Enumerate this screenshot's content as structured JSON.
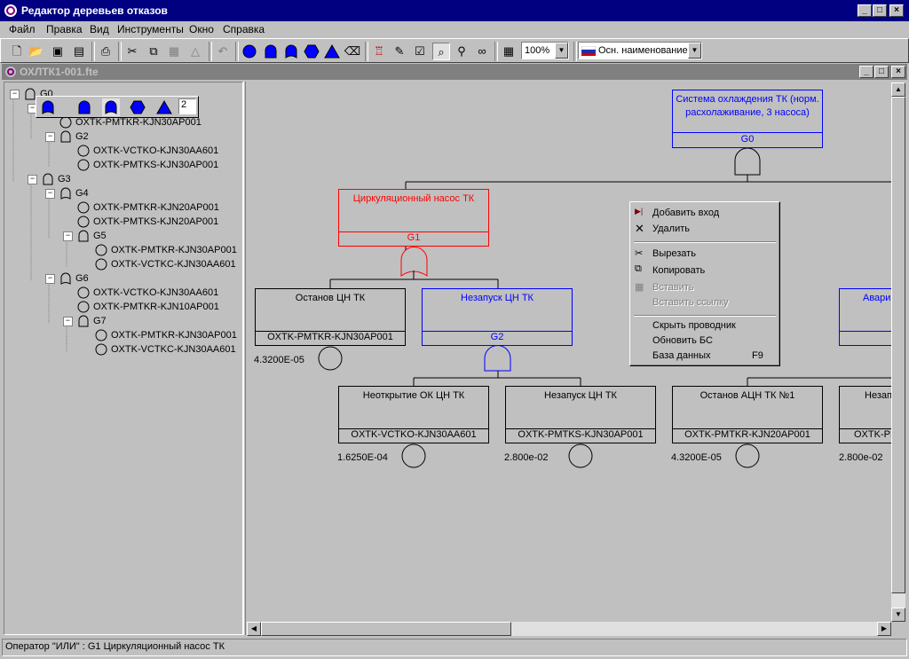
{
  "app": {
    "title": "Редактор деревьев отказов"
  },
  "menu": [
    "Файл",
    "Правка",
    "Вид",
    "Инструменты",
    "Окно",
    "Справка"
  ],
  "toolbar": {
    "zoom": "100%",
    "name_mode": "Осн. наименование"
  },
  "document": {
    "title": "ОХЛТК1-001.fte"
  },
  "tree": [
    {
      "label": "G0",
      "icon": "and-gate-icon",
      "level": 0,
      "exp": "−"
    },
    {
      "label": "G1",
      "icon": "or-gate-icon",
      "level": 1,
      "exp": "−",
      "selected": true
    },
    {
      "label": "OXTK-PMTKR-KJN30AP001",
      "icon": "basic-event-icon",
      "level": 2,
      "exp": ""
    },
    {
      "label": "G2",
      "icon": "and-gate-icon",
      "level": 2,
      "exp": "−"
    },
    {
      "label": "OXTK-VCTKO-KJN30AA601",
      "icon": "basic-event-icon",
      "level": 3,
      "exp": ""
    },
    {
      "label": "OXTK-PMTKS-KJN30AP001",
      "icon": "basic-event-icon",
      "level": 3,
      "exp": ""
    },
    {
      "label": "G3",
      "icon": "and-gate-icon",
      "level": 1,
      "exp": "−"
    },
    {
      "label": "G4",
      "icon": "or-gate-icon",
      "level": 2,
      "exp": "−"
    },
    {
      "label": "OXTK-PMTKR-KJN20AP001",
      "icon": "basic-event-icon",
      "level": 3,
      "exp": ""
    },
    {
      "label": "OXTK-PMTKS-KJN20AP001",
      "icon": "basic-event-icon",
      "level": 3,
      "exp": ""
    },
    {
      "label": "G5",
      "icon": "and-gate-icon",
      "level": 3,
      "exp": "−"
    },
    {
      "label": "OXTK-PMTKR-KJN30AP001",
      "icon": "basic-event-icon",
      "level": 4,
      "exp": ""
    },
    {
      "label": "OXTK-VCTKC-KJN30AA601",
      "icon": "basic-event-icon",
      "level": 4,
      "exp": ""
    },
    {
      "label": "G6",
      "icon": "or-gate-icon",
      "level": 2,
      "exp": "−"
    },
    {
      "label": "OXTK-VCTKO-KJN30AA601",
      "icon": "basic-event-icon",
      "level": 3,
      "exp": ""
    },
    {
      "label": "OXTK-PMTKR-KJN10AP001",
      "icon": "basic-event-icon",
      "level": 3,
      "exp": ""
    },
    {
      "label": "G7",
      "icon": "and-gate-icon",
      "level": 3,
      "exp": "−"
    },
    {
      "label": "OXTK-PMTKR-KJN30AP001",
      "icon": "basic-event-icon",
      "level": 4,
      "exp": ""
    },
    {
      "label": "OXTK-VCTKC-KJN30AA601",
      "icon": "basic-event-icon",
      "level": 4,
      "exp": ""
    }
  ],
  "palette": {
    "count": "2"
  },
  "canvas": {
    "g0": {
      "title": "Система охлаждения ТК (норм. расхолаживание, 3 насоса)",
      "id": "G0",
      "color": "#0000ff"
    },
    "g1": {
      "title": "Циркуляционный насос ТК",
      "id": "G1",
      "color": "#ff0000"
    },
    "e1": {
      "title": "Останов ЦН ТК",
      "id": "OXTK-PMTKR-KJN30AP001",
      "prob": "4.3200E-05"
    },
    "g2": {
      "title": "Незапуск ЦН ТК",
      "id": "G2",
      "color": "#0000ff"
    },
    "g3": {
      "title": "Авари",
      "id": ""
    },
    "e2": {
      "title": "Неоткрытие ОК ЦН ТК",
      "id": "OXTK-VCTKO-KJN30AA601",
      "prob": "1.6250E-04"
    },
    "e3": {
      "title": "Незапуск ЦН ТК",
      "id": "OXTK-PMTKS-KJN30AP001",
      "prob": "2.800e-02"
    },
    "e4": {
      "title": "Останов АЦН ТК №1",
      "id": "OXTK-PMTKR-KJN20AP001",
      "prob": "4.3200E-05"
    },
    "e5": {
      "title": "Незап",
      "id": "OXTK-PM",
      "prob": "2.800e-02"
    }
  },
  "context_menu": {
    "add_input": "Добавить вход",
    "delete": "Удалить",
    "cut": "Вырезать",
    "copy": "Копировать",
    "paste": "Вставить",
    "paste_link": "Вставить ссылку",
    "hide_explorer": "Скрыть проводник",
    "update_db": "Обновить БС",
    "database": "База данных",
    "database_key": "F9"
  },
  "status": {
    "text": "Оператор \"ИЛИ\" : G1  Циркуляционный насос ТК"
  }
}
